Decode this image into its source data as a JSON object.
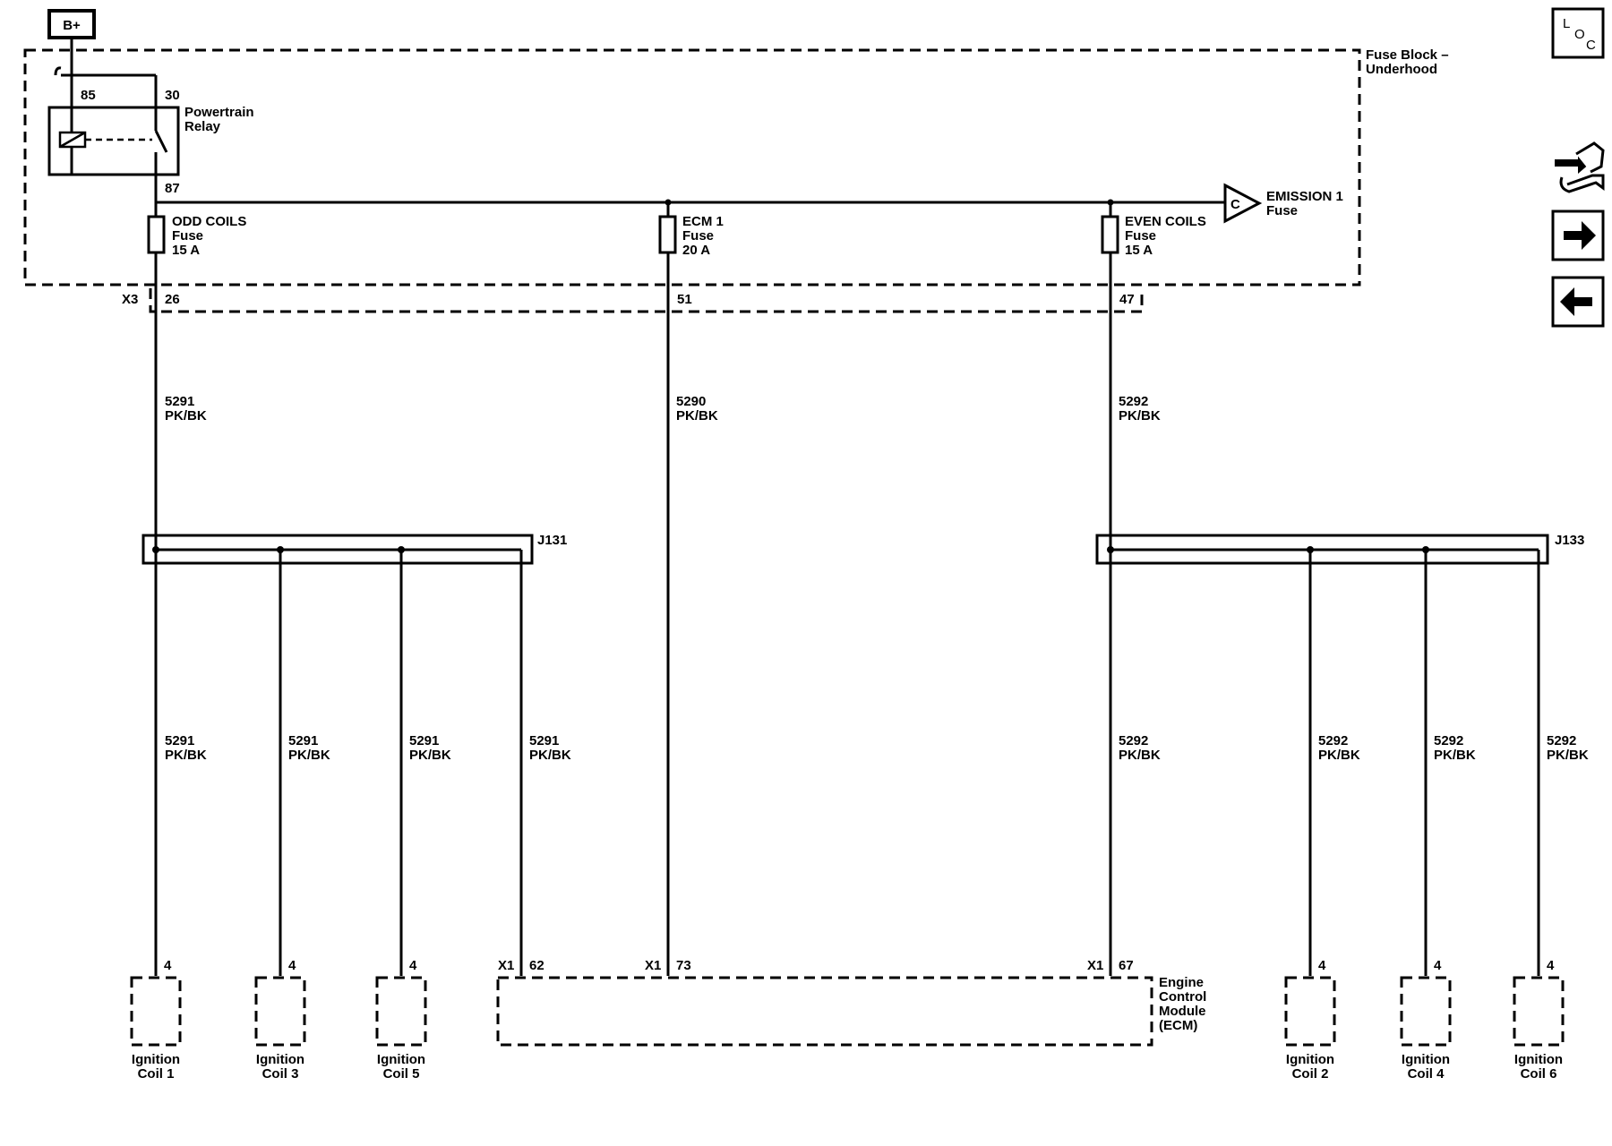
{
  "power_source": "B+",
  "fuse_block": {
    "line1": "Fuse Block –",
    "line2": "Underhood"
  },
  "relay": {
    "name_line1": "Powertrain",
    "name_line2": "Relay",
    "pin85": "85",
    "pin30": "30",
    "pin87": "87"
  },
  "fuses": [
    {
      "name": "ODD COILS",
      "type": "Fuse",
      "rating": "15 A"
    },
    {
      "name": "ECM 1",
      "type": "Fuse",
      "rating": "20 A"
    },
    {
      "name": "EVEN COILS",
      "type": "Fuse",
      "rating": "15 A"
    }
  ],
  "emission": {
    "letter": "C",
    "line1": "EMISSION 1",
    "line2": "Fuse"
  },
  "connector_x3": {
    "name": "X3",
    "pins": [
      "26",
      "51",
      "47"
    ]
  },
  "wires_upper": [
    {
      "circuit": "5291",
      "color": "PK/BK"
    },
    {
      "circuit": "5290",
      "color": "PK/BK"
    },
    {
      "circuit": "5292",
      "color": "PK/BK"
    }
  ],
  "splices": {
    "left": "J131",
    "right": "J133"
  },
  "wires_lower": [
    {
      "circuit": "5291",
      "color": "PK/BK"
    },
    {
      "circuit": "5291",
      "color": "PK/BK"
    },
    {
      "circuit": "5291",
      "color": "PK/BK"
    },
    {
      "circuit": "5291",
      "color": "PK/BK"
    },
    {
      "circuit": "5292",
      "color": "PK/BK"
    },
    {
      "circuit": "5292",
      "color": "PK/BK"
    },
    {
      "circuit": "5292",
      "color": "PK/BK"
    },
    {
      "circuit": "5292",
      "color": "PK/BK"
    }
  ],
  "coils": [
    {
      "pin": "4",
      "line1": "Ignition",
      "line2": "Coil 1"
    },
    {
      "pin": "4",
      "line1": "Ignition",
      "line2": "Coil 3"
    },
    {
      "pin": "4",
      "line1": "Ignition",
      "line2": "Coil 5"
    },
    {
      "pin": "4",
      "line1": "Ignition",
      "line2": "Coil 2"
    },
    {
      "pin": "4",
      "line1": "Ignition",
      "line2": "Coil 4"
    },
    {
      "pin": "4",
      "line1": "Ignition",
      "line2": "Coil 6"
    }
  ],
  "ecm": {
    "connectors": [
      {
        "conn": "X1",
        "pin": "62"
      },
      {
        "conn": "X1",
        "pin": "73"
      },
      {
        "conn": "X1",
        "pin": "67"
      }
    ],
    "line1": "Engine",
    "line2": "Control",
    "line3": "Module",
    "line4": "(ECM)"
  },
  "toolbar": {
    "loc": {
      "l": "L",
      "o": "O",
      "c": "C"
    },
    "icons": [
      "loc-icon",
      "connector-tools-icon",
      "arrow-right-icon",
      "arrow-left-icon"
    ]
  }
}
